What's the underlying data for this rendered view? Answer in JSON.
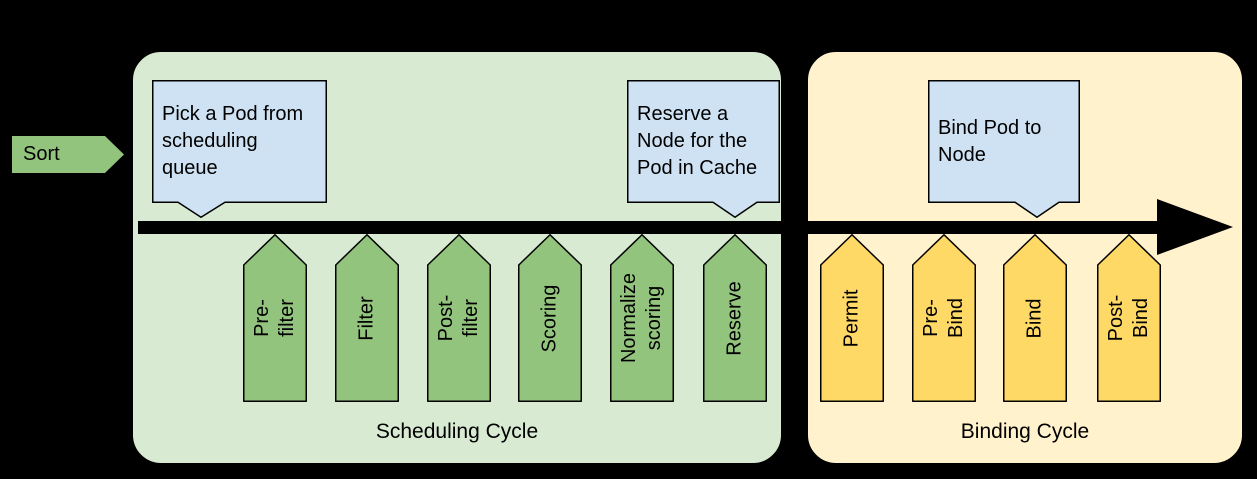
{
  "sort": {
    "label": "Sort"
  },
  "scheduling": {
    "label": "Scheduling Cycle",
    "stages": [
      {
        "label": "Pre-filter"
      },
      {
        "label": "Filter"
      },
      {
        "label": "Post-filter"
      },
      {
        "label": "Scoring"
      },
      {
        "label": "Normalize\nscoring"
      },
      {
        "label": "Reserve"
      }
    ],
    "callouts": [
      {
        "text": "Pick a Pod from\nscheduling\nqueue"
      },
      {
        "text": "Reserve a\nNode for the\nPod in Cache"
      }
    ]
  },
  "binding": {
    "label": "Binding Cycle",
    "stages": [
      {
        "label": "Permit"
      },
      {
        "label": "Pre-Bind"
      },
      {
        "label": "Bind"
      },
      {
        "label": "Post-Bind"
      }
    ],
    "callouts": [
      {
        "text": "Bind Pod to\nNode"
      }
    ]
  },
  "colors": {
    "background": "#000000",
    "scheduling_box": "#d9ead3",
    "scheduling_stage": "#93c47d",
    "binding_box": "#fff2cc",
    "binding_stage": "#ffd966",
    "callout": "#cfe2f3",
    "timeline_arrow": "#000000",
    "sort_arrow": "#93c47d"
  }
}
